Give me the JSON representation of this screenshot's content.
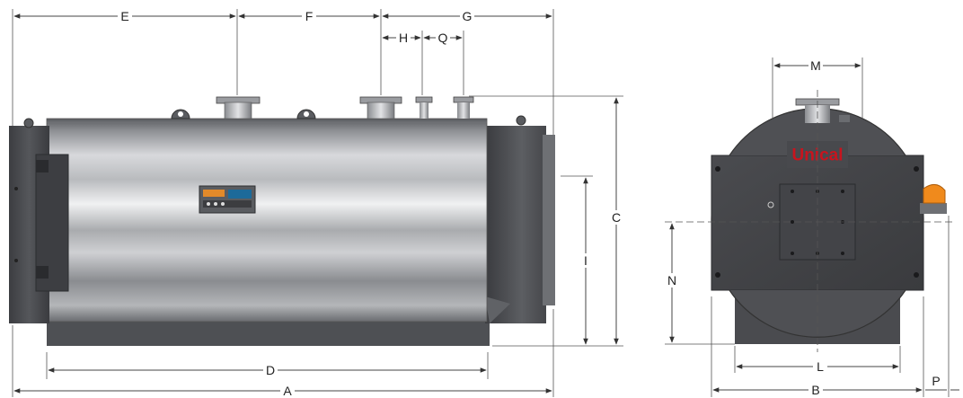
{
  "brand": {
    "logo_text": "Unical",
    "logo_color": "#c8141e"
  },
  "dimensions": {
    "A": "A",
    "B": "B",
    "C": "C",
    "D": "D",
    "E": "E",
    "F": "F",
    "G": "G",
    "H": "H",
    "I": "I",
    "L": "L",
    "M": "M",
    "N": "N",
    "P": "P",
    "Q": "Q"
  },
  "colors": {
    "shell_light": "#e6e7e9",
    "shell_mid": "#a4a6aa",
    "shell_dark": "#4a4c50",
    "panel_dark": "#3f4044",
    "burner_orange": "#f08a1c",
    "control_orange": "#e38a2a"
  }
}
